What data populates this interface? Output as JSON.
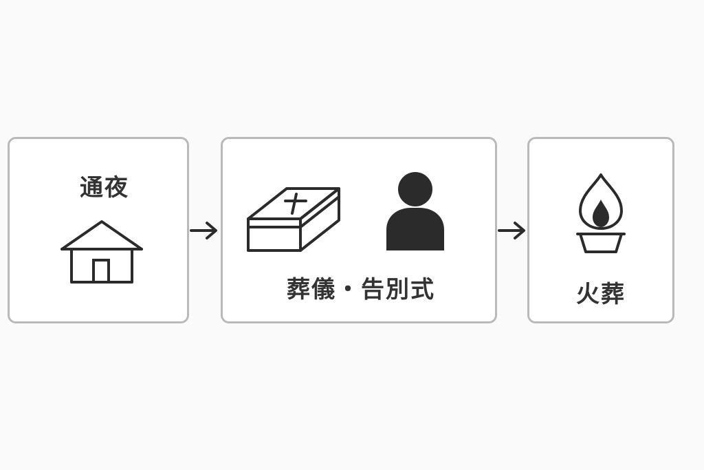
{
  "steps": [
    {
      "label": "通夜",
      "icon": "house-icon"
    },
    {
      "label": "葬儀・告別式",
      "icons": [
        "coffin-icon",
        "person-icon"
      ]
    },
    {
      "label": "火葬",
      "icon": "flame-icon"
    }
  ],
  "colors": {
    "border": "#b9b9b9",
    "text": "#333333",
    "icon": "#2b2b2b",
    "background": "#fafafa"
  }
}
